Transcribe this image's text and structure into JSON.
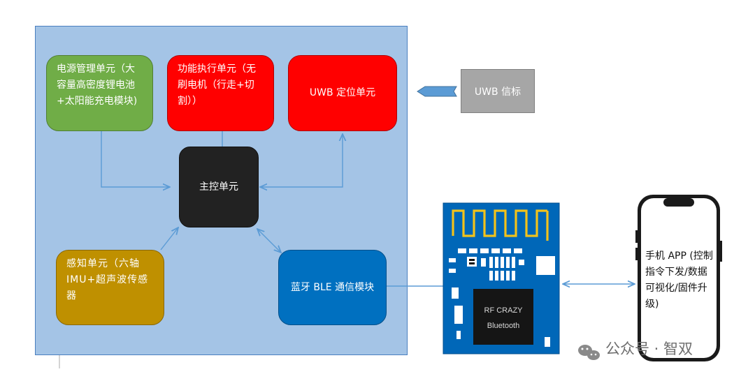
{
  "nodes": {
    "power": "电源管理单元（大容量高密度锂电池+太阳能充电模块)",
    "motor": "功能执行单元（无刷电机（行走+切割））",
    "uwb": "UWB 定位单元",
    "main": "主控单元",
    "sense": "感知单元（六轴IMU+超声波传感器",
    "ble": "蓝牙 BLE 通信模块",
    "beacon": "UWB 信标"
  },
  "module": {
    "line1": "RF CRAZY",
    "line2": "Bluetooth"
  },
  "phone": {
    "text": "手机 APP (控制指令下发/数据可视化/固件升级)"
  },
  "watermark": {
    "text": "公众号 · 智双"
  },
  "colors": {
    "panel": "#a4c4e6",
    "power": "#70ad47",
    "motor": "#ff0000",
    "uwb": "#ff0000",
    "main": "#222222",
    "sense": "#bf9000",
    "ble": "#0070c0",
    "beacon": "#a6a6a6",
    "module_board": "#0067b8",
    "arrow": "#5b9bd5"
  }
}
